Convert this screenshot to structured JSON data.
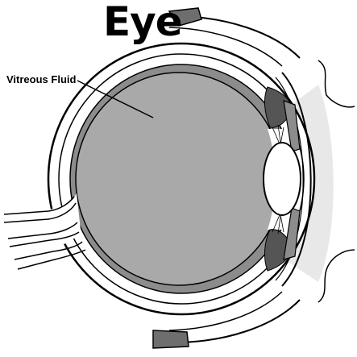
{
  "diagram": {
    "title": "Eye",
    "labels": [
      {
        "id": "vitreous-fluid",
        "text": "Vitreous Fluid"
      }
    ]
  },
  "colors": {
    "ink": "#000000",
    "vitreous": "#a9a9a9",
    "choroid": "#8c8c8c",
    "muscle": "#6e6e6e",
    "light": "#e8e8e8",
    "background": "#ffffff"
  }
}
